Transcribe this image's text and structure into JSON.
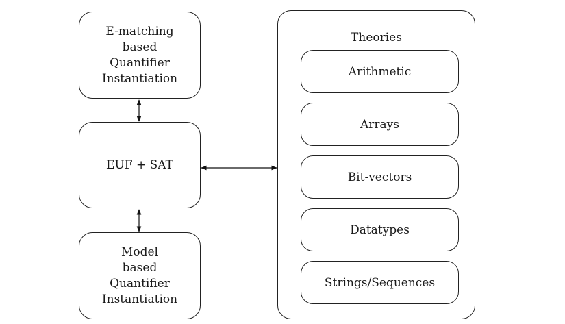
{
  "nodes": {
    "ematching": "E-matching\nbased\nQuantifier\nInstantiation",
    "euf_sat": "EUF + SAT",
    "model": "Model\nbased\nQuantifier\nInstantiation"
  },
  "theories": {
    "title": "Theories",
    "items": [
      "Arithmetic",
      "Arrays",
      "Bit-vectors",
      "Datatypes",
      "Strings/Sequences"
    ]
  }
}
